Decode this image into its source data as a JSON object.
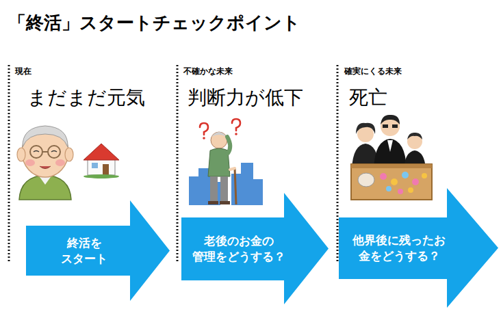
{
  "diagram": {
    "title": "「終活」スタートチェックポイント",
    "nodes": [
      {
        "text": [
          "終活を スタート"
        ]
      },
      {
        "text": [
          "老後のお金の 管理をどうする？"
        ]
      },
      {
        "text": [
          "他界後に残ったお 金をどうする？"
        ]
      }
    ],
    "labels": [
      "現在",
      "まだまだ元気",
      "不確かな未来",
      "判断力が低下",
      "確実にくる未来",
      "死亡"
    ]
  }
}
